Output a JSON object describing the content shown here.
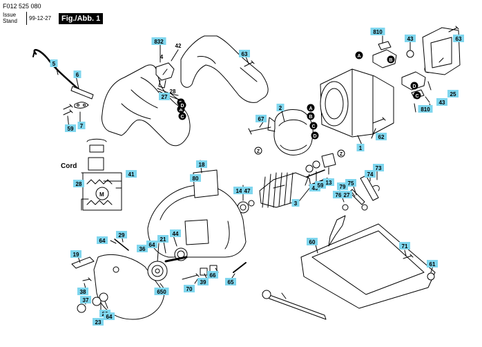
{
  "header": {
    "code": "F012 525 080",
    "issue_label": "Issue",
    "stand_label": "Stand",
    "date": "99-12-27",
    "figure": "Fig./Abb. 1"
  },
  "schematic": {
    "cord_label": "Cord",
    "motor_label": "M"
  },
  "callouts": [
    {
      "id": "832",
      "boxed": true
    },
    {
      "id": "42",
      "boxed": false
    },
    {
      "id": "4",
      "boxed": false
    },
    {
      "id": "5",
      "boxed": true
    },
    {
      "id": "6",
      "boxed": true
    },
    {
      "id": "7",
      "boxed": true
    },
    {
      "id": "59",
      "boxed": true
    },
    {
      "id": "28",
      "boxed": false
    },
    {
      "id": "27",
      "boxed": true
    },
    {
      "id": "63",
      "boxed": true
    },
    {
      "id": "810",
      "boxed": true
    },
    {
      "id": "43",
      "boxed": true
    },
    {
      "id": "63",
      "boxed": true
    },
    {
      "id": "25",
      "boxed": true
    },
    {
      "id": "43",
      "boxed": true
    },
    {
      "id": "810",
      "boxed": true
    },
    {
      "id": "2",
      "boxed": true
    },
    {
      "id": "67",
      "boxed": true
    },
    {
      "id": "1",
      "boxed": true
    },
    {
      "id": "62",
      "boxed": true
    },
    {
      "id": "18",
      "boxed": true
    },
    {
      "id": "80",
      "boxed": true
    },
    {
      "id": "14",
      "boxed": true
    },
    {
      "id": "47",
      "boxed": true
    },
    {
      "id": "3",
      "boxed": true
    },
    {
      "id": "40",
      "boxed": true
    },
    {
      "id": "59",
      "boxed": true
    },
    {
      "id": "13",
      "boxed": true
    },
    {
      "id": "74",
      "boxed": true
    },
    {
      "id": "73",
      "boxed": true
    },
    {
      "id": "75",
      "boxed": true
    },
    {
      "id": "79",
      "boxed": true
    },
    {
      "id": "76",
      "boxed": true
    },
    {
      "id": "27",
      "boxed": true
    },
    {
      "id": "28",
      "boxed": true
    },
    {
      "id": "41",
      "boxed": true
    },
    {
      "id": "29",
      "boxed": true
    },
    {
      "id": "64",
      "boxed": true
    },
    {
      "id": "36",
      "boxed": true
    },
    {
      "id": "64",
      "boxed": true
    },
    {
      "id": "21",
      "boxed": true
    },
    {
      "id": "44",
      "boxed": true
    },
    {
      "id": "19",
      "boxed": true
    },
    {
      "id": "60",
      "boxed": true
    },
    {
      "id": "71",
      "boxed": true
    },
    {
      "id": "61",
      "boxed": true
    },
    {
      "id": "38",
      "boxed": true
    },
    {
      "id": "39",
      "boxed": true
    },
    {
      "id": "66",
      "boxed": true
    },
    {
      "id": "70",
      "boxed": true
    },
    {
      "id": "65",
      "boxed": true
    },
    {
      "id": "37",
      "boxed": true
    },
    {
      "id": "23",
      "boxed": true
    },
    {
      "id": "23",
      "boxed": true
    },
    {
      "id": "64",
      "boxed": true
    },
    {
      "id": "650",
      "boxed": true
    }
  ],
  "connectors": [
    "A",
    "B",
    "C",
    "D",
    "A",
    "B",
    "C",
    "D",
    "A",
    "B",
    "C",
    "D",
    "Z",
    "Z"
  ]
}
